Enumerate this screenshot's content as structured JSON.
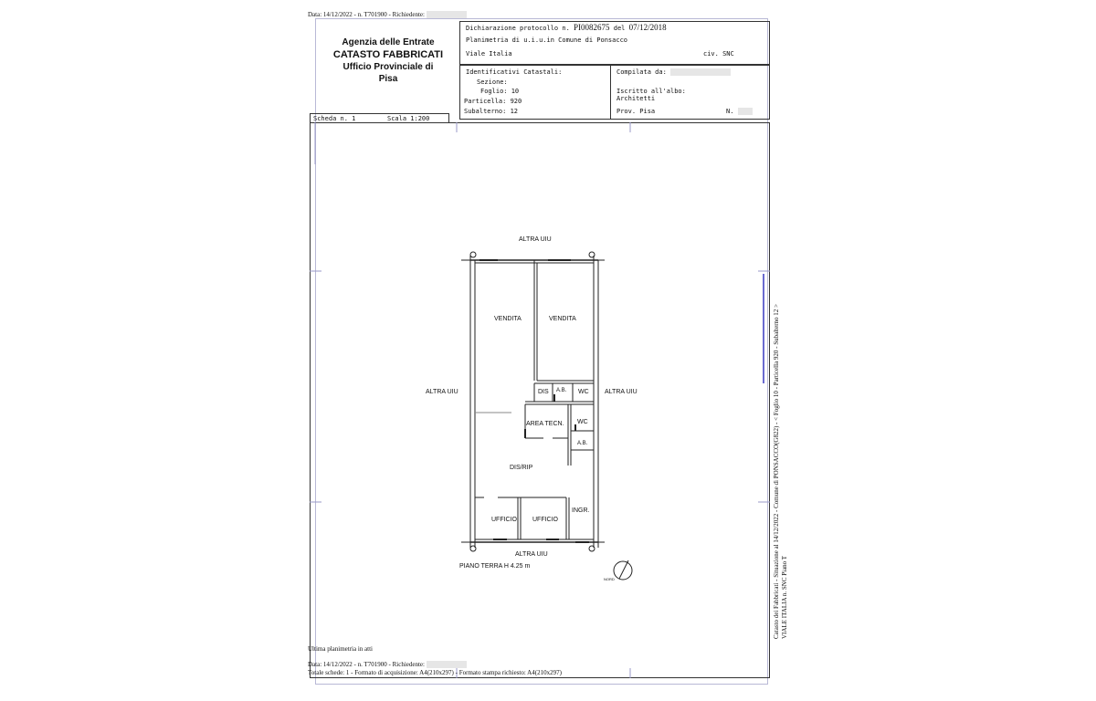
{
  "top_line": {
    "text": "Data: 14/12/2022 - n. T701900 - Richiedente:"
  },
  "header": {
    "agency": "Agenzia delle Entrate",
    "catasto": "CATASTO FABBRICATI",
    "office": "Ufficio Provinciale di",
    "city": "Pisa"
  },
  "declaration": {
    "prefix": "Dichiarazione protocollo n.",
    "number": "PI0082675",
    "del": "del",
    "date": "07/12/2018",
    "planimetria": "Planimetria di u.i.u.in Comune di Ponsacco",
    "address": "Viale Italia",
    "civ": "civ. SNC"
  },
  "identificativi": {
    "title": "Identificativi Catastali:",
    "sezione": "Sezione:",
    "foglio": "Foglio: 10",
    "particella": "Particella: 920",
    "subalterno": "Subalterno: 12"
  },
  "compilata": {
    "title": "Compilata da:",
    "iscritto": "Iscritto all'albo:",
    "albo": "Architetti",
    "prov": "Prov. Pisa",
    "n": "N."
  },
  "scheda": {
    "label": "Scheda n. 1",
    "scala": "Scala 1:200"
  },
  "plan": {
    "altra_top": "ALTRA UIU",
    "altra_left": "ALTRA UIU",
    "altra_right": "ALTRA UIU",
    "altra_bottom": "ALTRA UIU",
    "rooms": {
      "vendita1": "VENDITA",
      "vendita2": "VENDITA",
      "dis": "DIS",
      "ab1": "A.B.",
      "wc1": "WC",
      "area_tecn": "AREA TECN.",
      "wc2": "WC",
      "ab2": "A.B.",
      "dis_rip": "DIS/RIP",
      "ufficio1": "UFFICIO",
      "ufficio2": "UFFICIO",
      "ingr": "INGR."
    },
    "floor_label": "PIANO TERRA H 4.25 m",
    "north": "NORD"
  },
  "side_text": {
    "line1": "Catasto dei Fabbricati - Situazione al 14/12/2022 - Comune di PONSACCO(G822) - < Foglio 10 - Particella 920 - Subalterno 12 >",
    "line2": "VIALE ITALIA n. SNC Piano T"
  },
  "footer": {
    "ultima": "Ultima planimetria in atti",
    "data": "Data: 14/12/2022 - n. T701900 - Richiedente:",
    "totale": "Totale schede: 1 - Formato di acquisizione: A4(210x297) - Formato stampa richiesto: A4(210x297)"
  }
}
